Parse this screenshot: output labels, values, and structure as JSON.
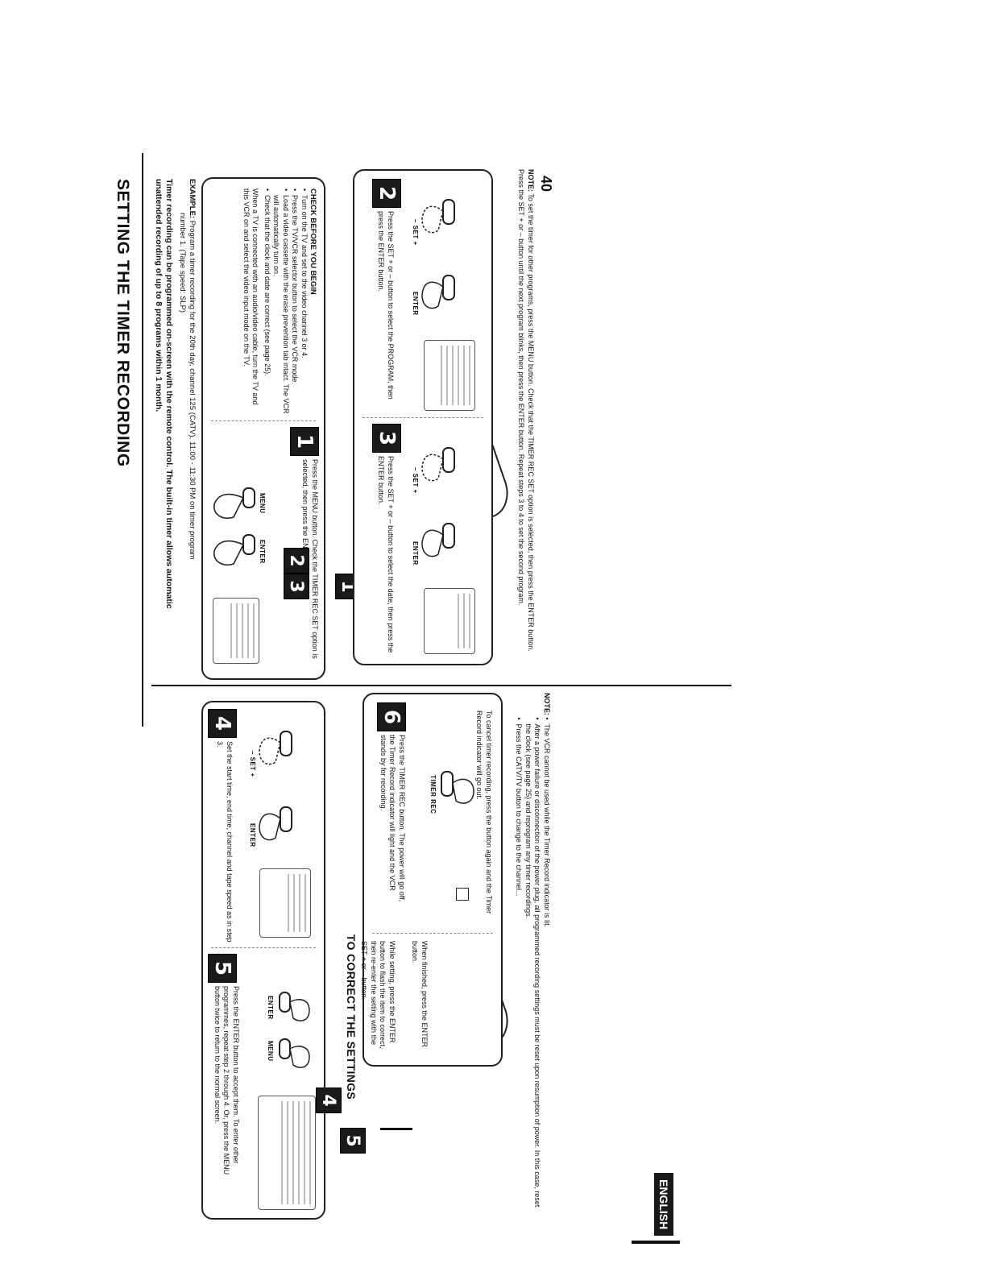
{
  "header": {
    "title": "SETTING THE TIMER RECORDING",
    "language_tab": "ENGLISH",
    "page_number": "40"
  },
  "intro": {
    "line1": "Timer recording can be programmed on-screen with the remote control. The built-in timer allows automatic",
    "line2": "unattended recording of up to 8 programs within 1 month.",
    "example_label": "EXAMPLE:",
    "example_text": "Program a timer recording for the 20th day, channel 125 (CATV), 11:00 - 11:30 PM on timer program",
    "example_text2": "number 1. (Tape speed: SLP)"
  },
  "check": {
    "title": "CHECK BEFORE YOU BEGIN",
    "items": [
      "Turn on the TV and set to the video channel 3 or 4.",
      "Press the TV/VCR selector button to select the VCR mode.",
      "Load a video cassette with the erase prevention tab intact. The VCR will automatically turn on.",
      "Check that the clock and date are correct (see page 25)."
    ],
    "av_note": "When a TV is connected with an audio/video cable, turn the TV and this VCR on and select the video input mode on the TV."
  },
  "steps": {
    "s1": {
      "num": "1",
      "text": "Press the MENU button. Check the TIMER REC SET option is selected, then press the ENTER button.",
      "btn_a": "MENU",
      "btn_b": "ENTER"
    },
    "s2": {
      "num": "2",
      "text": "Press the SET + or – button to select the PROGRAM, then press the ENTER button.",
      "btn_a": "– SET +",
      "btn_b": "ENTER"
    },
    "s3": {
      "num": "3",
      "text": "Press the SET + or – button to select the date, then press the ENTER button.",
      "btn_a": "– SET +",
      "btn_b": "ENTER"
    },
    "s4": {
      "num": "4",
      "text": "Set the start time, end time, channel and tape speed as in step 3.",
      "btn_a": "– SET +",
      "btn_b": "ENTER"
    },
    "s5": {
      "num": "5",
      "text": "Press the ENTER button to accept them. To enter other programmes, repeat step 2 through 4. Or, press the MENU button twice to return to the normal screen.",
      "btn_a": "ENTER",
      "btn_b": "MENU"
    },
    "s6": {
      "num": "6",
      "text": "Press the TIMER REC button. The power will go off, the Timer Record indicator will light and the VCR stands by for recording.",
      "btn_a": "TIMER REC",
      "cancel": "To cancel timer recording, press the button again and the Timer Record indicator will go out."
    }
  },
  "callouts": {
    "r1_top": "1",
    "r1_pair_a": "2",
    "r1_pair_b": "3",
    "r1_bottom": "1",
    "r2_pair_a": "4",
    "r2_pair_b": "5",
    "r2_mid": "6",
    "r2_bottom_a": "4",
    "r2_bottom_b": "5"
  },
  "notes": {
    "note1_label": "NOTE:",
    "note1_text": "To set the timer for other programs, press the MENU button. Check that the TIMER REC SET option is selected, then press the ENTER button. Press the SET + or – button until the next program blinks, then press the ENTER button. Repeat steps 3 to 4 to set the second program.",
    "note2_label": "NOTE:",
    "note2_items": [
      "The VCR cannot be used while the Timer Record indicator is lit.",
      "After a power failure or disconnection of the power plug, all programmed recording settings must be reset upon resumption of power. In this case, reset the clock (see page 25) and reprogram any timer recordings.",
      "Press the CATV/TV button to change to the channel..."
    ]
  },
  "correct": {
    "title": "TO CORRECT THE SETTINGS",
    "text1": "While setting, press the ENTER button to flash the item to correct, then re-enter the setting with the SET + or – button.",
    "text2": "When finished, press the ENTER button."
  }
}
